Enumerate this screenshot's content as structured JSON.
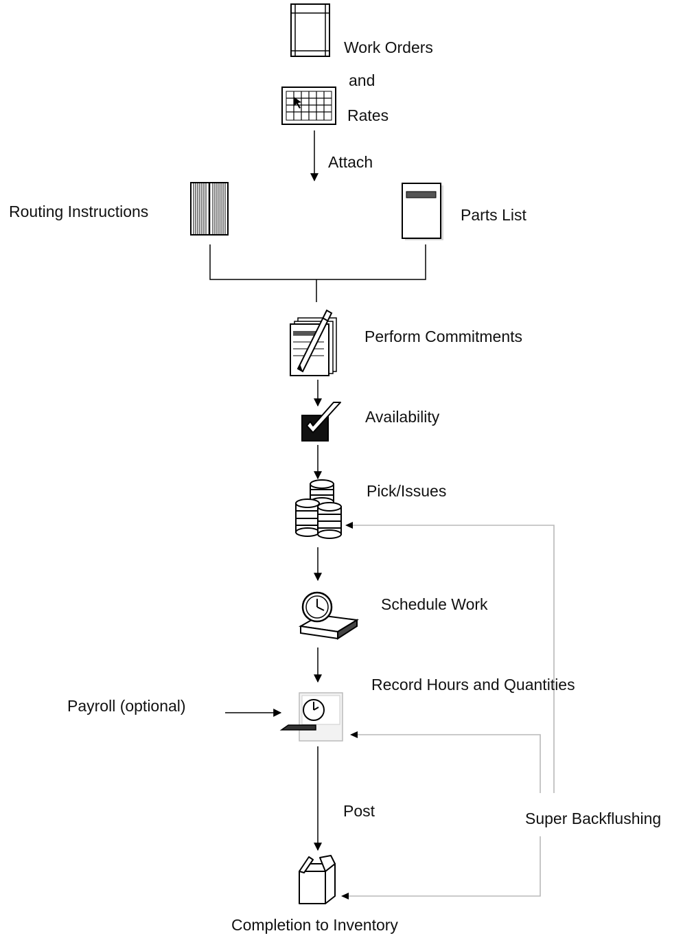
{
  "labels": {
    "work_orders": "Work Orders",
    "and": "and",
    "rates": "Rates",
    "attach": "Attach",
    "routing": "Routing Instructions",
    "parts": "Parts List",
    "perform": "Perform Commitments",
    "availability": "Availability",
    "pick": "Pick/Issues",
    "schedule": "Schedule Work",
    "record": "Record Hours and Quantities",
    "payroll": "Payroll (optional)",
    "post": "Post",
    "super": "Super Backflushing",
    "completion": "Completion to Inventory"
  },
  "icons": [
    "work-order-icon",
    "rates-grid-icon",
    "routing-instructions-icon",
    "parts-list-icon",
    "perform-commitments-icon",
    "availability-check-icon",
    "pick-issues-icon",
    "schedule-work-icon",
    "time-clock-icon",
    "completion-box-icon"
  ],
  "colors": {
    "line": "#000000",
    "feedback_line": "#b8b8b8",
    "text": "#111111"
  }
}
